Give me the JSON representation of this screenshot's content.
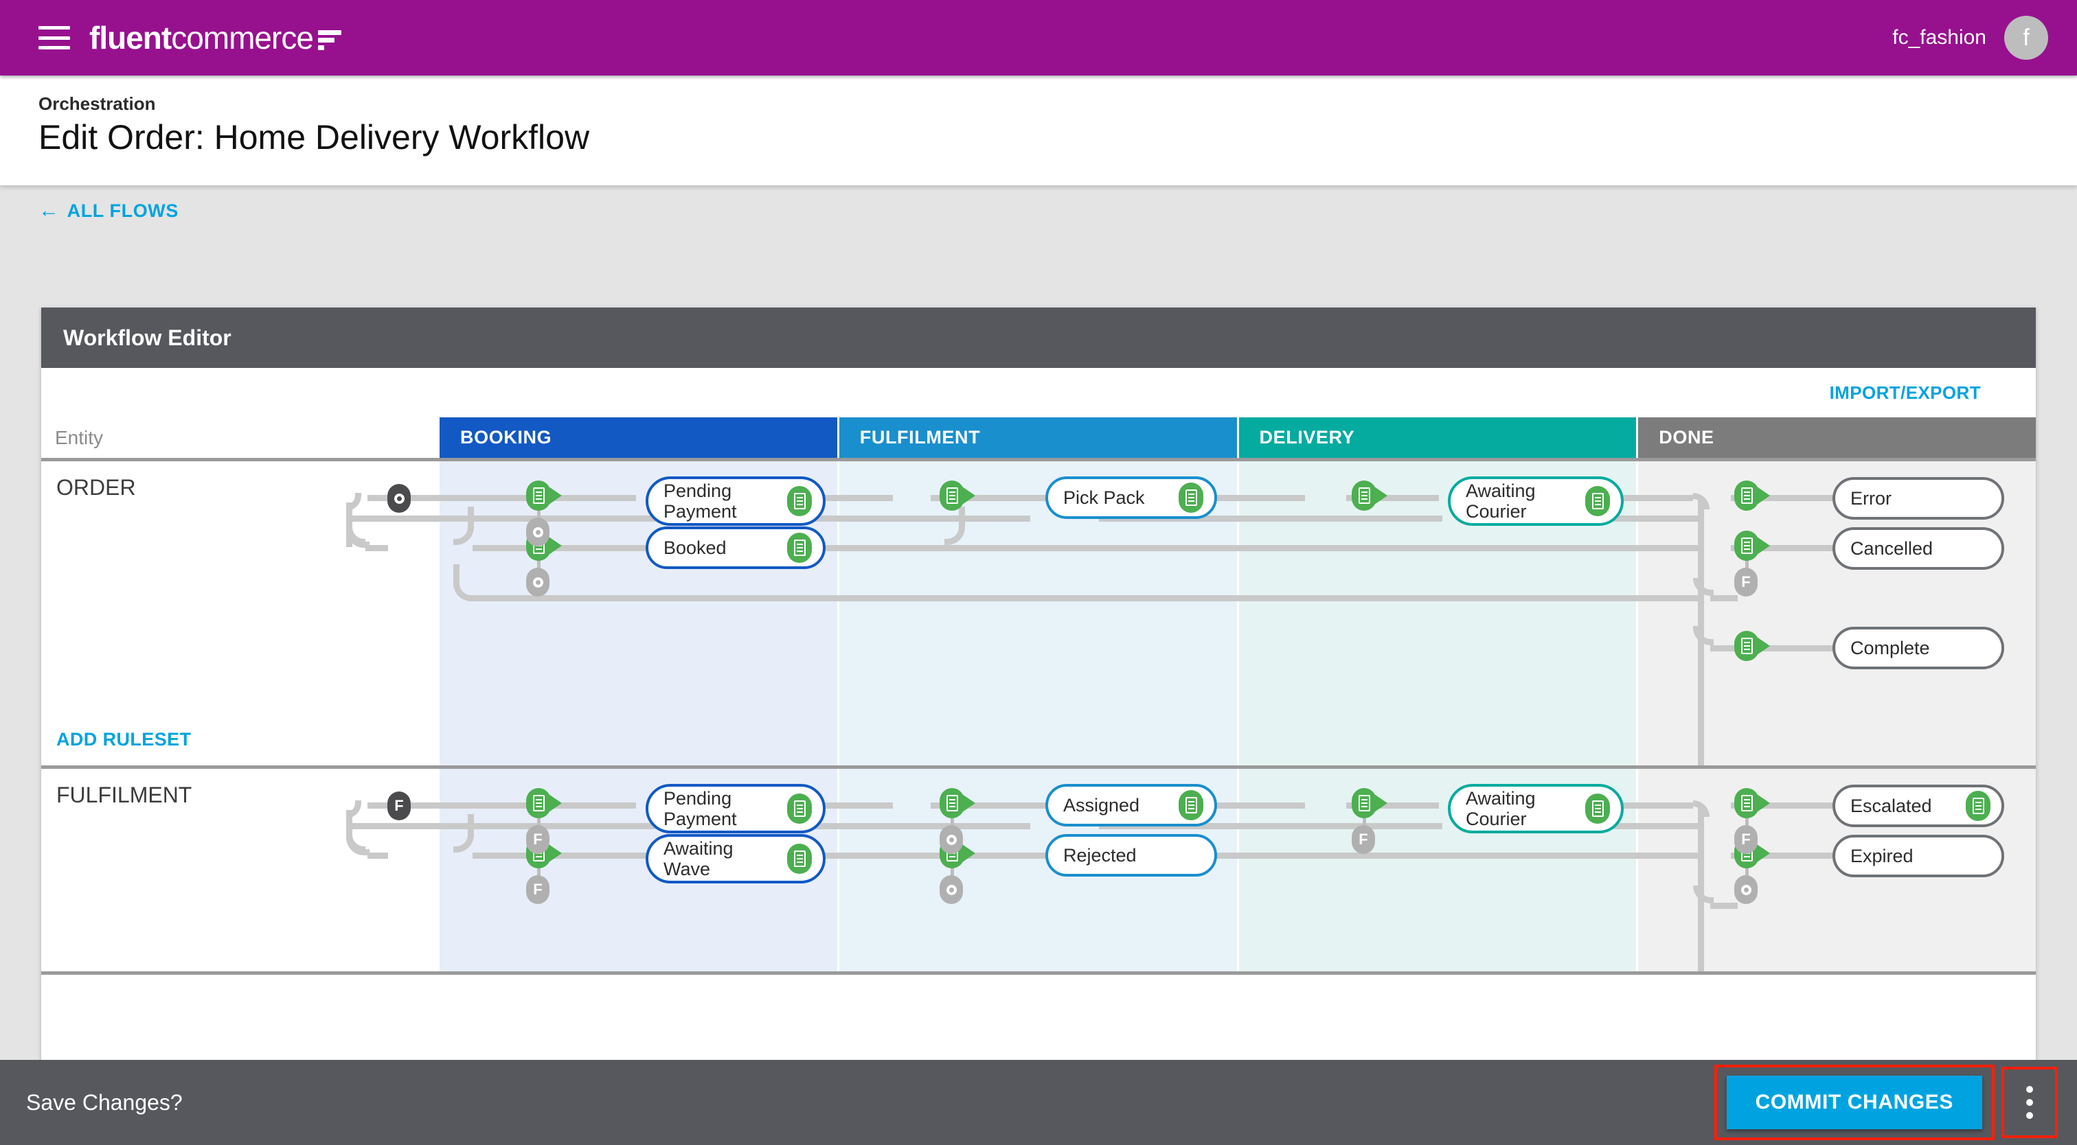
{
  "topbar": {
    "menu_icon": "hamburger-icon",
    "brand_bold": "fluent",
    "brand_thin": "commerce",
    "tenant": "fc_fashion",
    "avatar_initial": "f"
  },
  "header": {
    "breadcrumb": "Orchestration",
    "title": "Edit Order: Home Delivery Workflow",
    "back_link": "ALL FLOWS",
    "back_arrow": "←"
  },
  "card": {
    "title": "Workflow Editor",
    "import_export": "IMPORT/EXPORT"
  },
  "grid": {
    "entity_header": "Entity",
    "columns": [
      {
        "label": "BOOKING",
        "color": "#1259c4",
        "bg": "#e7eef9"
      },
      {
        "label": "FULFILMENT",
        "color": "#1a8fcd",
        "bg": "#e8f2f9"
      },
      {
        "label": "DELIVERY",
        "color": "#05ab9f",
        "bg": "#e5f4f3"
      },
      {
        "label": "DONE",
        "color": "#7c7c7c",
        "bg": "#f0f0f0"
      }
    ]
  },
  "lanes": [
    {
      "entity": "ORDER",
      "add_ruleset": "ADD RULESET",
      "start_badge": "O",
      "nodes": [
        {
          "label": "Pending\nPayment",
          "border": "b-blue",
          "has_ruleset": true,
          "badge": "O"
        },
        {
          "label": "Booked",
          "border": "b-blue",
          "has_ruleset": true,
          "badge": "O"
        },
        {
          "label": "Pick Pack",
          "border": "b-lblue",
          "has_ruleset": true,
          "badge": null
        },
        {
          "label": "Awaiting\nCourier",
          "border": "b-teal",
          "has_ruleset": true,
          "badge": null
        },
        {
          "label": "Error",
          "border": "b-grey",
          "has_ruleset": false,
          "badge": null
        },
        {
          "label": "Cancelled",
          "border": "b-grey",
          "has_ruleset": false,
          "badge": "F"
        },
        {
          "label": "Complete",
          "border": "b-grey",
          "has_ruleset": false,
          "badge": null
        }
      ]
    },
    {
      "entity": "FULFILMENT",
      "add_ruleset": "ADD RULESET",
      "start_badge": "F",
      "nodes": [
        {
          "label": "Pending\nPayment",
          "border": "b-blue",
          "has_ruleset": true,
          "badge": "F"
        },
        {
          "label": "Awaiting\nWave",
          "border": "b-blue",
          "has_ruleset": true,
          "badge": "F"
        },
        {
          "label": "Assigned",
          "border": "b-lblue",
          "has_ruleset": true,
          "badge": "O"
        },
        {
          "label": "Rejected",
          "border": "b-lblue",
          "has_ruleset": false,
          "badge": "O"
        },
        {
          "label": "Awaiting\nCourier",
          "border": "b-teal",
          "has_ruleset": true,
          "badge": "F"
        },
        {
          "label": "Escalated",
          "border": "b-grey",
          "has_ruleset": true,
          "badge": "F"
        },
        {
          "label": "Expired",
          "border": "b-grey",
          "has_ruleset": false,
          "badge": "O"
        }
      ]
    }
  ],
  "footer": {
    "prompt": "Save Changes?",
    "commit_label": "COMMIT CHANGES",
    "kebab_icon": "more-vertical-icon",
    "highlight_color": "#ff1f0a",
    "commit_color": "#00a3e0"
  }
}
